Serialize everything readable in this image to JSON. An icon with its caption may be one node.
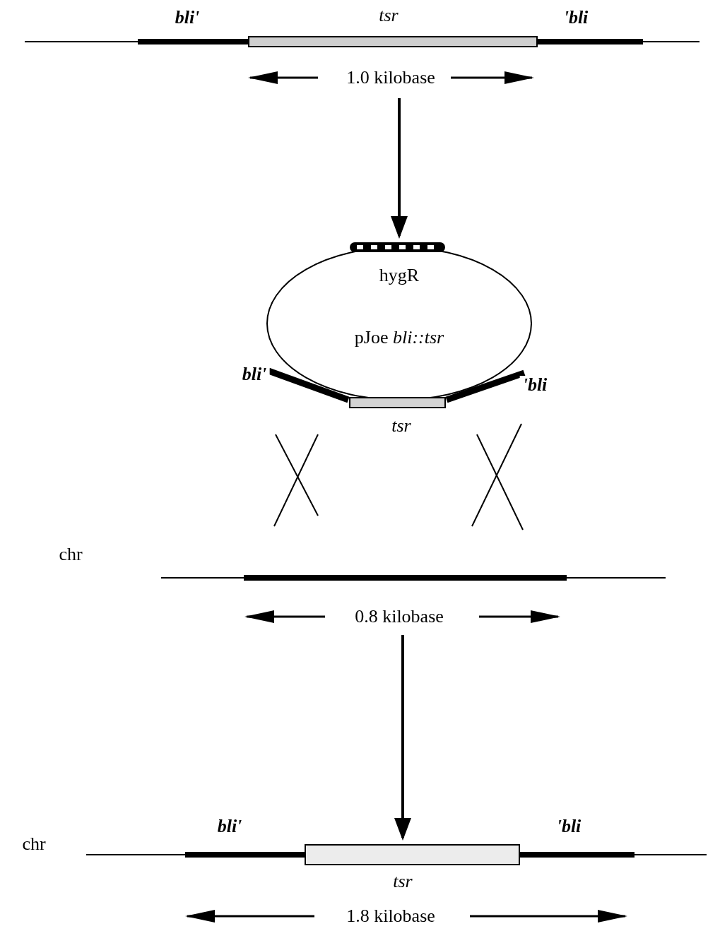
{
  "diagram": {
    "nodes": [
      {
        "text": [],
        "shape": "bar"
      },
      {
        "text": [
          "pJoe *bli::tsr*"
        ]
      },
      {
        "text": [],
        "shape": "bar"
      },
      {
        "text": [],
        "shape": "bar",
        "beside": [
          "chr"
        ]
      }
    ],
    "edges": [
      {
        "from": 0,
        "to": 1,
        "arrow": "to"
      },
      {
        "from": 2,
        "to": 3,
        "arrow": "to"
      }
    ],
    "labels": [
      "bli'",
      "tsr",
      "'bli",
      "1.0 kilobase",
      "hygR",
      "bli'",
      "'bli",
      "tsr",
      "chr",
      "0.8 kilobase",
      "bli'",
      "'bli",
      "tsr",
      "1.8 kilobase"
    ]
  }
}
